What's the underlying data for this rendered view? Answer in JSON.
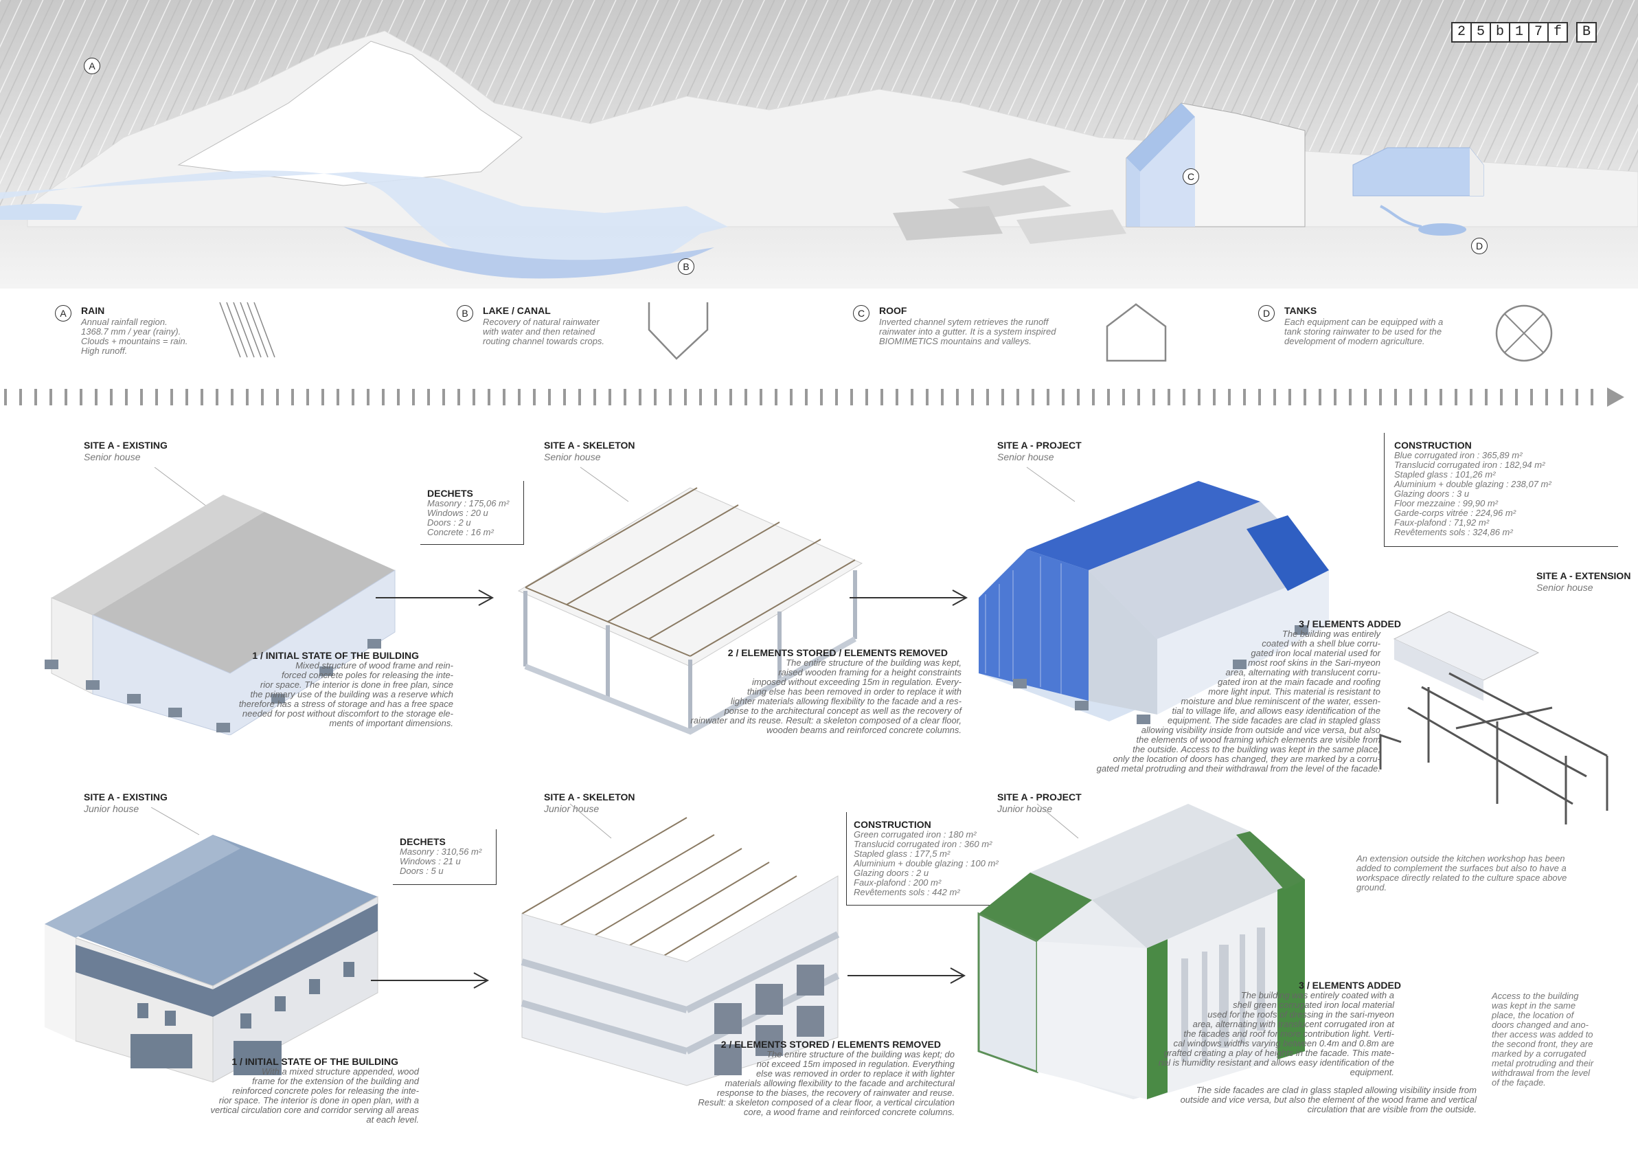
{
  "code": [
    "2",
    "5",
    "b",
    "1",
    "7",
    "f"
  ],
  "code_suffix": "B",
  "hero": {
    "markers": {
      "a": "A",
      "b": "B",
      "c": "C",
      "d": "D"
    }
  },
  "legend": [
    {
      "letter": "A",
      "title": "RAIN",
      "text": "Annual rainfall region.\n1368.7 mm / year (rainy).\nClouds + mountains = rain.\nHigh runoff.",
      "icon": "rain-lines-icon"
    },
    {
      "letter": "B",
      "title": "LAKE / CANAL",
      "text": "Recovery of natural rainwater\nwith water and then retained\nrouting channel towards crops.",
      "icon": "canal-section-icon"
    },
    {
      "letter": "C",
      "title": "ROOF",
      "text": "Inverted channel sytem retrieves the runoff\nrainwater into a gutter. It is a system inspired\nBIOMIMETICS mountains and valleys.",
      "icon": "house-outline-icon"
    },
    {
      "letter": "D",
      "title": "TANKS",
      "text": "Each equipment can be equipped with a\ntank storing rainwater to be used for the\ndevelopment of modern agriculture.",
      "icon": "tank-cross-icon"
    }
  ],
  "row1": {
    "existing": {
      "title": "SITE A - EXISTING",
      "subtitle": "Senior house"
    },
    "skeleton": {
      "title": "SITE A - SKELETON",
      "subtitle": "Senior house"
    },
    "project": {
      "title": "SITE A - PROJECT",
      "subtitle": "Senior house"
    },
    "extension": {
      "title": "SITE A - EXTENSION",
      "subtitle": "Senior house",
      "text": "An extension outside the kitchen workshop has been\nadded to complement the surfaces but also to have a\nworkspace directly related to the culture space above\nground."
    },
    "dechets": {
      "title": "DECHETS",
      "items": [
        "Masonry : 175,06 m²",
        "Windows : 20 u",
        "Doors : 2 u",
        "Concrete : 16 m²"
      ]
    },
    "construction": {
      "title": "CONSTRUCTION",
      "items": [
        "Blue corrugated iron : 365,89 m²",
        "Translucid corrugated iron : 182,94 m²",
        "Stapled glass : 101,26 m²",
        "Aluminium + double glazing : 238,07 m²",
        "Glazing doors : 3 u",
        "Floor mezzaine : 99,90 m²",
        "Garde-corps vitrée : 224,96 m²",
        "Faux-plafond : 71,92 m²",
        "Revêtements sols : 324,86 m²"
      ]
    },
    "step1": {
      "title": "1 / INITIAL STATE OF THE BUILDING",
      "text": "Mixed structure of wood frame and rein-\nforced concrete poles for releasing the inte-\nrior space. The interior is done in free plan, since\nthe primary use of the building was a reserve which\ntherefore has a stress of storage and has a free space\nneeded for post without discomfort to the storage ele-\nments of important dimensions."
    },
    "step2": {
      "title": "2 / ELEMENTS STORED / ELEMENTS REMOVED",
      "text": "The entire structure of the building was kept,\nraised wooden framing for a height constraints\nimposed without exceeding 15m in regulation. Every-\nthing else has been removed in order to replace it with\nlighter materials allowing flexibility to the facade and a res-\nponse to the architectural concept as well as the recovery of\nrainwater and its reuse. Result: a skeleton composed of a clear floor,\nwooden beams and reinforced concrete columns."
    },
    "step3": {
      "title": "3 / ELEMENTS ADDED",
      "text": "The building was entirely\ncoated with a shell blue corru-\ngated iron local material used for\nmost roof skins in the Sari-myeon\narea, alternating with translucent corru-\ngated iron at the main facade and roofing\nmore light input. This material is resistant to\nmoisture and blue reminiscent of the water, essen-\ntial to village life, and allows easy identification of the\nequipment. The side facades are clad in stapled glass\nallowing visibility inside from outside and vice versa, but also\nthe elements of wood framing which elements are visible from\nthe outside. Access to the building was kept in the same place,\nonly the location of doors has changed, they are marked by a corru-\ngated metal protruding and their withdrawal from the level of the facade."
    }
  },
  "row2": {
    "existing": {
      "title": "SITE A - EXISTING",
      "subtitle": "Junior house"
    },
    "skeleton": {
      "title": "SITE A - SKELETON",
      "subtitle": "Junior house"
    },
    "project": {
      "title": "SITE A - PROJECT",
      "subtitle": "Junior house"
    },
    "dechets": {
      "title": "DECHETS",
      "items": [
        "Masonry : 310,56 m²",
        "Windows : 21 u",
        "Doors : 5 u"
      ]
    },
    "construction": {
      "title": "CONSTRUCTION",
      "items": [
        "Green corrugated iron : 180 m²",
        "Translucid corrugated iron : 360 m²",
        "Stapled glass : 177,5 m²",
        "Aluminium + double glazing : 100 m²",
        "Glazing doors : 2 u",
        "Faux-plafond : 200 m²",
        "Revêtements sols : 442 m²"
      ]
    },
    "step1": {
      "title": "1 / INITIAL STATE OF THE BUILDING",
      "text": "With a mixed structure appended, wood\nframe for the extension of the building and\nreinforced concrete poles for releasing the inte-\nrior space. The interior is done in open plan, with a\nvertical circulation core and corridor serving all areas\nat each level."
    },
    "step2": {
      "title": "2 / ELEMENTS STORED / ELEMENTS REMOVED",
      "text": "The entire structure of the building was kept; do\nnot exceed 15m imposed in regulation. Everything\nelse was removed in order to replace it with lighter\nmaterials allowing flexibility to the facade and architectural\nresponse to the biases, the recovery of rainwater and reuse.\nResult: a skeleton composed of a clear floor, a vertical circulation\ncore, a wood frame and reinforced concrete columns."
    },
    "step3": {
      "title": "3 / ELEMENTS ADDED",
      "text": "The building was entirely coated with a\nshell green corrugated iron local material\nused for the roofs of dressing in the sari-myeon\narea, alternating with translucent corrugated iron at\nthe facades and roof for more contribution light. Verti-\ncal windows widths varying between 0.4m and 0.8m are\ngrafted creating a play of heights in the facade. This mate-\nrial is humidity resistant and allows easy identification of the\nequipment."
    },
    "step3b": "The side facades are clad in glass stapled allowing visibility inside from\noutside and vice versa, but also the element of the wood frame and vertical\ncirculation that are visible from the outside.",
    "access": "Access to the building\nwas kept in the same\nplace, the location of\ndoors changed and ano-\nther access was added to\nthe second front, they are\nmarked by a corrugated\nmetal protruding and their\nwithdrawal from the level\nof the façade."
  }
}
